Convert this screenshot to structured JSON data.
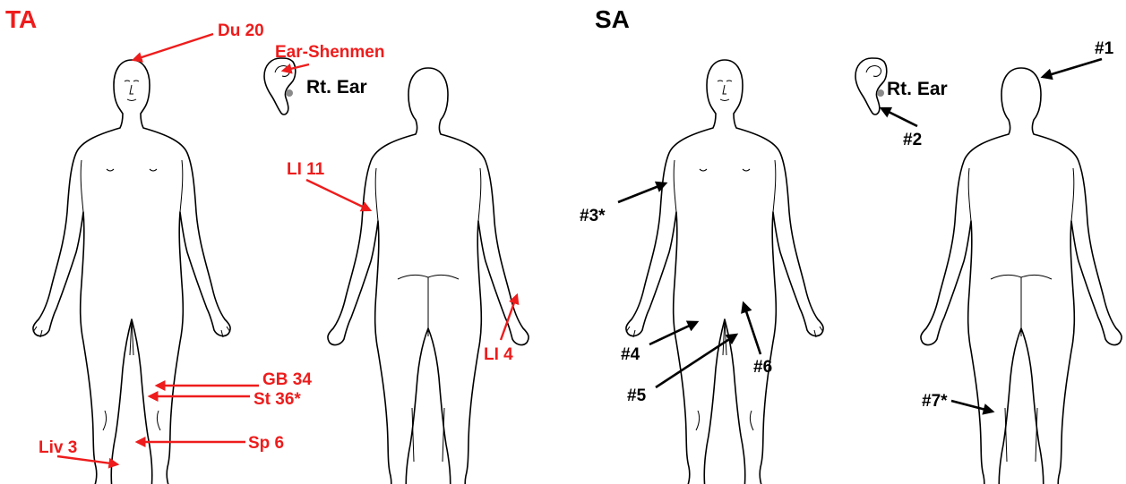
{
  "colors": {
    "ta": "#ee1c1c",
    "sa": "#000000",
    "ear_dot": "#8a8a8a"
  },
  "panels": {
    "ta": {
      "title": "TA",
      "ear_label": "Rt. Ear",
      "points": {
        "du20": "Du 20",
        "ear_shenmen": "Ear-Shenmen",
        "li11": "LI 11",
        "li4": "LI 4",
        "gb34": "GB 34",
        "st36": "St 36*",
        "sp6": "Sp 6",
        "liv3": "Liv 3"
      }
    },
    "sa": {
      "title": "SA",
      "ear_label": "Rt. Ear",
      "points": {
        "p1": "#1",
        "p2": "#2",
        "p3": "#3*",
        "p4": "#4",
        "p5": "#5",
        "p6": "#6",
        "p7": "#7*"
      }
    }
  }
}
